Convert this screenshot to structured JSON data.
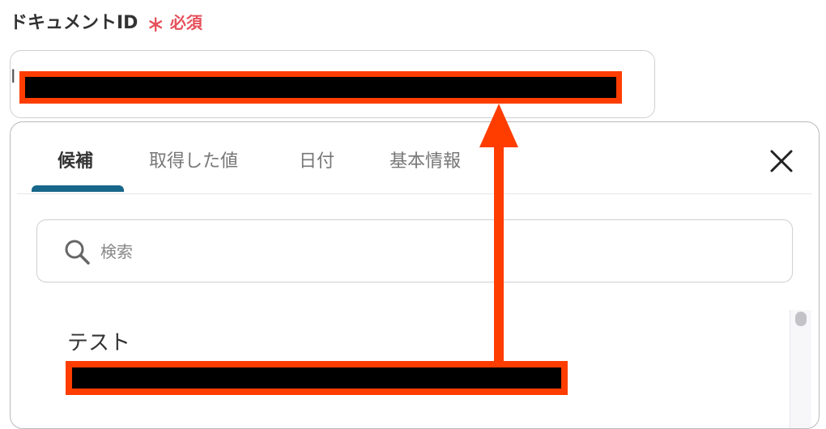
{
  "field": {
    "label": "ドキュメントID",
    "required_mark": "∗",
    "required_text": "必須",
    "value_prefix": "I",
    "accent_required": "#e5505a"
  },
  "panel": {
    "tabs": [
      {
        "label": "候補",
        "active": true
      },
      {
        "label": "取得した値",
        "active": false
      },
      {
        "label": "日付",
        "active": false
      },
      {
        "label": "基本情報",
        "active": false
      }
    ],
    "active_tab_color": "#17678a",
    "close_icon": "close-icon"
  },
  "search": {
    "placeholder": "検索",
    "icon": "search-icon"
  },
  "candidates": [
    {
      "label": "テスト"
    }
  ],
  "annotation_color": "#ff3d00"
}
